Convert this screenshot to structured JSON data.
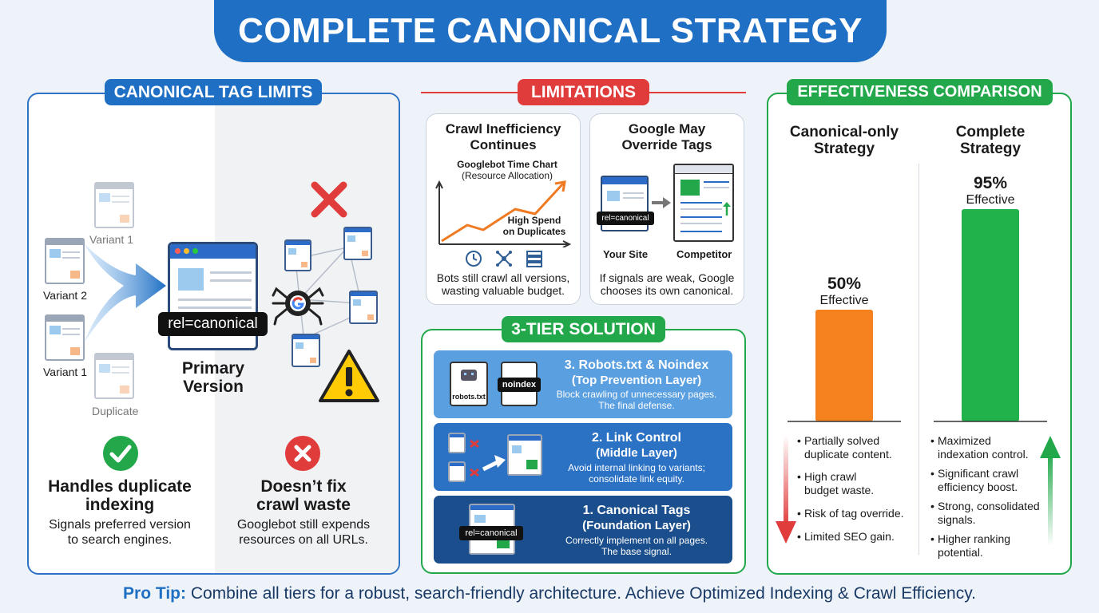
{
  "title": "COMPLETE CANONICAL STRATEGY",
  "left_panel": {
    "heading": "CANONICAL TAG LIMITS",
    "variant1_top": "Variant 1",
    "variant2": "Variant 2",
    "variant1_bottom": "Variant 1",
    "duplicate": "Duplicate",
    "tag": "rel=canonical",
    "primary_line1": "Primary",
    "primary_line2": "Version",
    "pro_title_line1": "Handles duplicate",
    "pro_title_line2": "indexing",
    "pro_desc_line1": "Signals preferred version",
    "pro_desc_line2": "to search engines.",
    "con_title_line1": "Doesn’t fix",
    "con_title_line2": "crawl waste",
    "con_desc_line1": "Googlebot still expends",
    "con_desc_line2": "resources on all URLs."
  },
  "limitations": {
    "heading": "LIMITATIONS",
    "card1": {
      "title_line1": "Crawl Inefficiency",
      "title_line2": "Continues",
      "chart_title": "Googlebot Time Chart",
      "chart_subtitle": "(Resource Allocation)",
      "annotation_line1": "High Spend",
      "annotation_line2": "on Duplicates",
      "desc_line1": "Bots still crawl all versions,",
      "desc_line2": "wasting valuable budget."
    },
    "card2": {
      "title_line1": "Google May",
      "title_line2": "Override Tags",
      "tag": "rel=canonical",
      "label_site": "Your Site",
      "label_competitor": "Competitor",
      "desc_line1": "If signals are weak, Google",
      "desc_line2": "chooses its own canonical."
    }
  },
  "solution": {
    "heading": "3-TIER SOLUTION",
    "tiers": [
      {
        "title": "3. Robots.txt & Noindex",
        "subtitle": "(Top Prevention Layer)",
        "desc_line1": "Block crawling of unnecessary pages.",
        "desc_line2": "The final defense.",
        "file1": "robots.txt",
        "file2": "noindex",
        "color": "#5a9fe0"
      },
      {
        "title": "2. Link Control",
        "subtitle": "(Middle Layer)",
        "desc_line1": "Avoid internal linking to variants;",
        "desc_line2": "consolidate link equity.",
        "color": "#2b72c5"
      },
      {
        "title": "1. Canonical Tags",
        "subtitle": "(Foundation Layer)",
        "desc_line1": "Correctly implement on all pages.",
        "desc_line2": "The base signal.",
        "tag": "rel=canonical",
        "color": "#1a4e8c"
      }
    ]
  },
  "comparison": {
    "heading": "EFFECTIVENESS COMPARISON",
    "left_title_line1": "Canonical-only",
    "left_title_line2": "Strategy",
    "right_title_line1": "Complete",
    "right_title_line2": "Strategy",
    "left_pct": "50%",
    "left_eff": "Effective",
    "right_pct": "95%",
    "right_eff": "Effective",
    "left_bullets": [
      [
        "Partially solved",
        "duplicate content."
      ],
      [
        "High crawl",
        "budget waste."
      ],
      [
        "Risk of tag override."
      ],
      [
        "Limited SEO gain."
      ]
    ],
    "right_bullets": [
      [
        "Maximized",
        "indexation control."
      ],
      [
        "Significant crawl",
        "efficiency boost."
      ],
      [
        "Strong, consolidated",
        "signals."
      ],
      [
        "Higher ranking",
        "potential."
      ]
    ]
  },
  "chart_data": {
    "type": "bar",
    "categories": [
      "Canonical-only Strategy",
      "Complete Strategy"
    ],
    "values": [
      50,
      95
    ],
    "ylim": [
      0,
      100
    ],
    "colors": [
      "#f5821f",
      "#22b24c"
    ]
  },
  "footer": {
    "lead": "Pro Tip:",
    "text": " Combine all tiers for a robust, search-friendly architecture. Achieve Optimized Indexing & Crawl Efficiency."
  },
  "colors": {
    "blue": "#1f6fc4",
    "red": "#e03c3c",
    "green": "#22a84a",
    "orange": "#f5821f"
  }
}
